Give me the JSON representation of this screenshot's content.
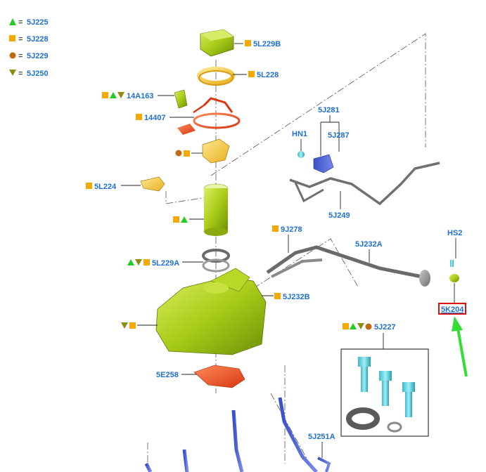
{
  "colors": {
    "label": "#1f6fd0",
    "sym_triangle_up": "#22cc22",
    "sym_square": "#f5a800",
    "sym_circle": "#c06a10",
    "sym_triangle_down": "#8c8c10",
    "highlight": "#e01010",
    "arrow": "#33dd33"
  },
  "legend": [
    {
      "symbol": "triangle-up",
      "text": "5J225"
    },
    {
      "symbol": "square",
      "text": "5J228"
    },
    {
      "symbol": "circle",
      "text": "5J229"
    },
    {
      "symbol": "triangle-down",
      "text": "5J250"
    }
  ],
  "legend_eq": "=",
  "callouts": {
    "c_5L229B": "5L229B",
    "c_5L228": "5L228",
    "c_14A163": "14A163",
    "c_14407": "14407",
    "c_5J281": "5J281",
    "c_HN1": "HN1",
    "c_5J287": "5J287",
    "c_5L224": "5L224",
    "c_5J249": "5J249",
    "c_9J278": "9J278",
    "c_5J232A": "5J232A",
    "c_HS2": "HS2",
    "c_5L229A": "5L229A",
    "c_5J232B": "5J232B",
    "c_5K204": "5K204",
    "c_5J227": "5J227",
    "c_5E258": "5E258",
    "c_5J251A": "5J251A"
  }
}
